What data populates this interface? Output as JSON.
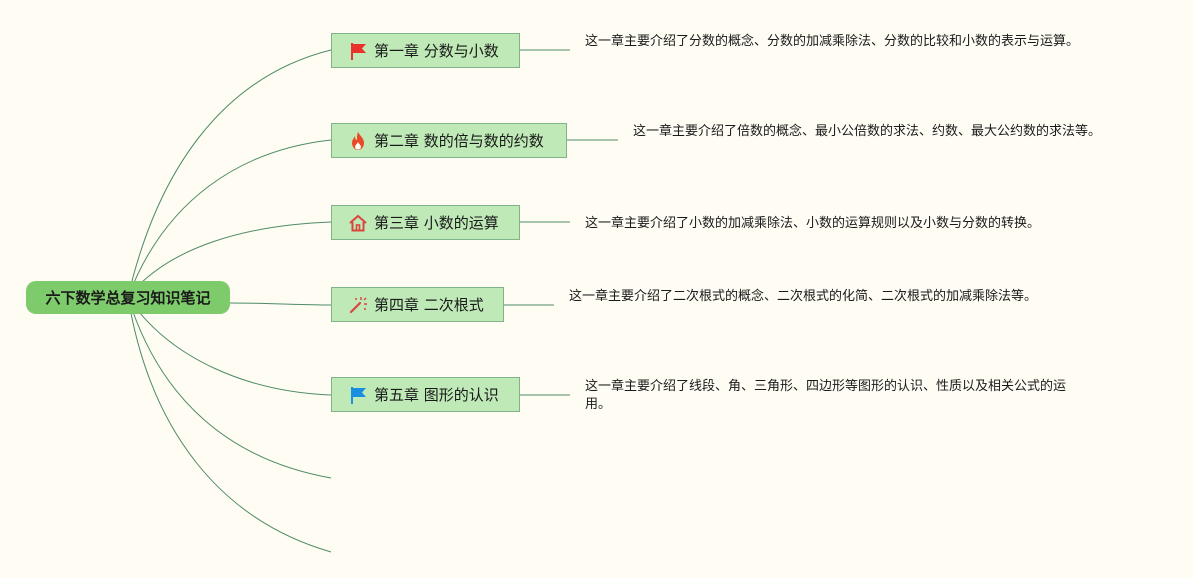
{
  "root": {
    "label": "六下数学总复习知识笔记"
  },
  "topics": [
    {
      "label": "第一章 分数与小数",
      "icon": "red-flag-icon",
      "note": "这一章主要介绍了分数的概念、分数的加减乘除法、分数的比较和小数的表示与运算。"
    },
    {
      "label": "第二章 数的倍与数的约数",
      "icon": "fire-icon",
      "note": "这一章主要介绍了倍数的概念、最小公倍数的求法、约数、最大公约数的求法等。"
    },
    {
      "label": "第三章 小数的运算",
      "icon": "house-icon",
      "note": "这一章主要介绍了小数的加减乘除法、小数的运算规则以及小数与分数的转换。"
    },
    {
      "label": "第四章 二次根式",
      "icon": "magic-wand-icon",
      "note": "这一章主要介绍了二次根式的概念、二次根式的化简、二次根式的加减乘除法等。"
    },
    {
      "label": "第五章 图形的认识",
      "icon": "blue-flag-icon",
      "note": "这一章主要介绍了线段、角、三角形、四边形等图形的认识、性质以及相关公式的运用。"
    }
  ],
  "colors": {
    "background": "#fefcf3",
    "root_fill": "#7dcb6b",
    "topic_fill": "#bfe9b6",
    "topic_border": "#7fb48a",
    "branch_line": "#4e8b6a",
    "red_flag": "#e8322b",
    "fire": "#ea4a26",
    "house": "#d9463e",
    "wand": "#d9463e",
    "blue_flag": "#1a8fe0"
  }
}
